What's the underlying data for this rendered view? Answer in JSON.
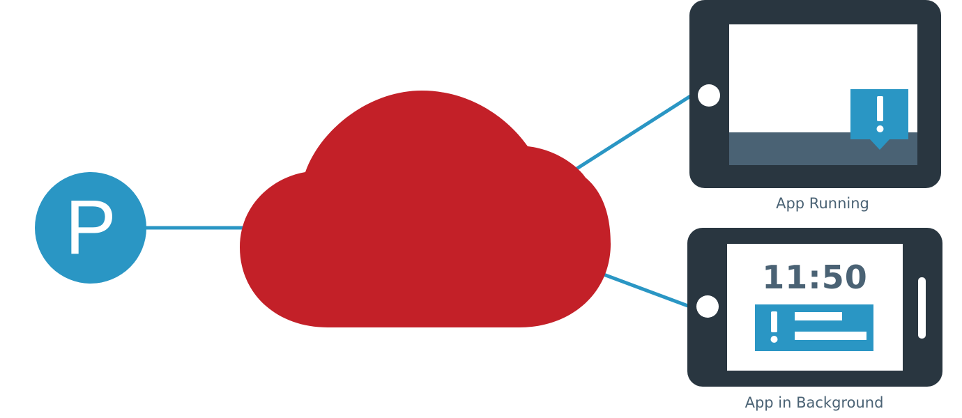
{
  "colors": {
    "blue": "#2a96c4",
    "red": "#c32028",
    "device": "#293640",
    "slate": "#4a6274"
  },
  "provider": {
    "letter": "P"
  },
  "devices": [
    {
      "label": "App Running"
    },
    {
      "label": "App in Background",
      "clock": "11:50"
    }
  ]
}
